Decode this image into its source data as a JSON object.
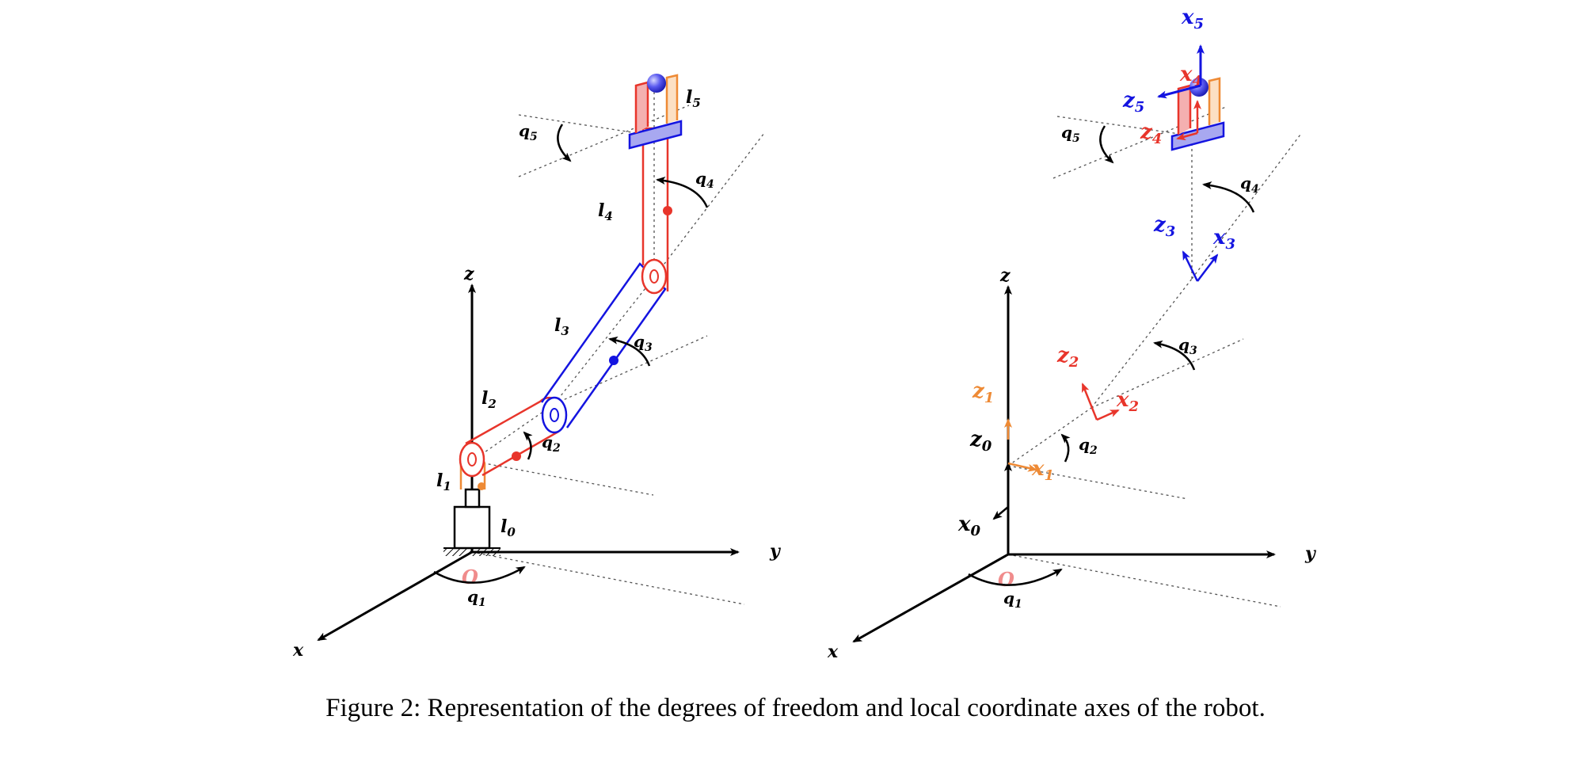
{
  "colors": {
    "black": "#000000",
    "red": "#e8352b",
    "orange": "#ee8a35",
    "blue": "#1414e0",
    "origin_pink": "#f08c8c",
    "dotted": "#555555"
  },
  "left_diagram": {
    "axes": {
      "x": "x",
      "y": "y",
      "z": "z"
    },
    "origin": "O",
    "joint_angles": {
      "q1": "q",
      "q1_sub": "1",
      "q2": "q",
      "q2_sub": "2",
      "q3": "q",
      "q3_sub": "3",
      "q4": "q",
      "q4_sub": "4",
      "q5": "q",
      "q5_sub": "5"
    },
    "links": {
      "l0": "l",
      "l0_sub": "0",
      "l1": "l",
      "l1_sub": "1",
      "l2": "l",
      "l2_sub": "2",
      "l3": "l",
      "l3_sub": "3",
      "l4": "l",
      "l4_sub": "4",
      "l5": "l",
      "l5_sub": "5"
    }
  },
  "right_diagram": {
    "axes": {
      "x": "x",
      "y": "y",
      "z": "z"
    },
    "origin": "O",
    "joint_angles": {
      "q1": "q",
      "q1_sub": "1",
      "q2": "q",
      "q2_sub": "2",
      "q3": "q",
      "q3_sub": "3",
      "q4": "q",
      "q4_sub": "4",
      "q5": "q",
      "q5_sub": "5"
    },
    "frames": {
      "x0": "x",
      "x0_sub": "0",
      "z0": "z",
      "z0_sub": "0",
      "x1": "x",
      "x1_sub": "1",
      "z1": "z",
      "z1_sub": "1",
      "x2": "x",
      "x2_sub": "2",
      "z2": "z",
      "z2_sub": "2",
      "x3": "x",
      "x3_sub": "3",
      "z3": "z",
      "z3_sub": "3",
      "x4": "x",
      "x4_sub": "4",
      "z4": "z",
      "z4_sub": "4",
      "x5": "x",
      "x5_sub": "5",
      "z5": "z",
      "z5_sub": "5"
    }
  },
  "caption": "Figure 2: Representation of the degrees of freedom and local coordinate axes of the robot."
}
